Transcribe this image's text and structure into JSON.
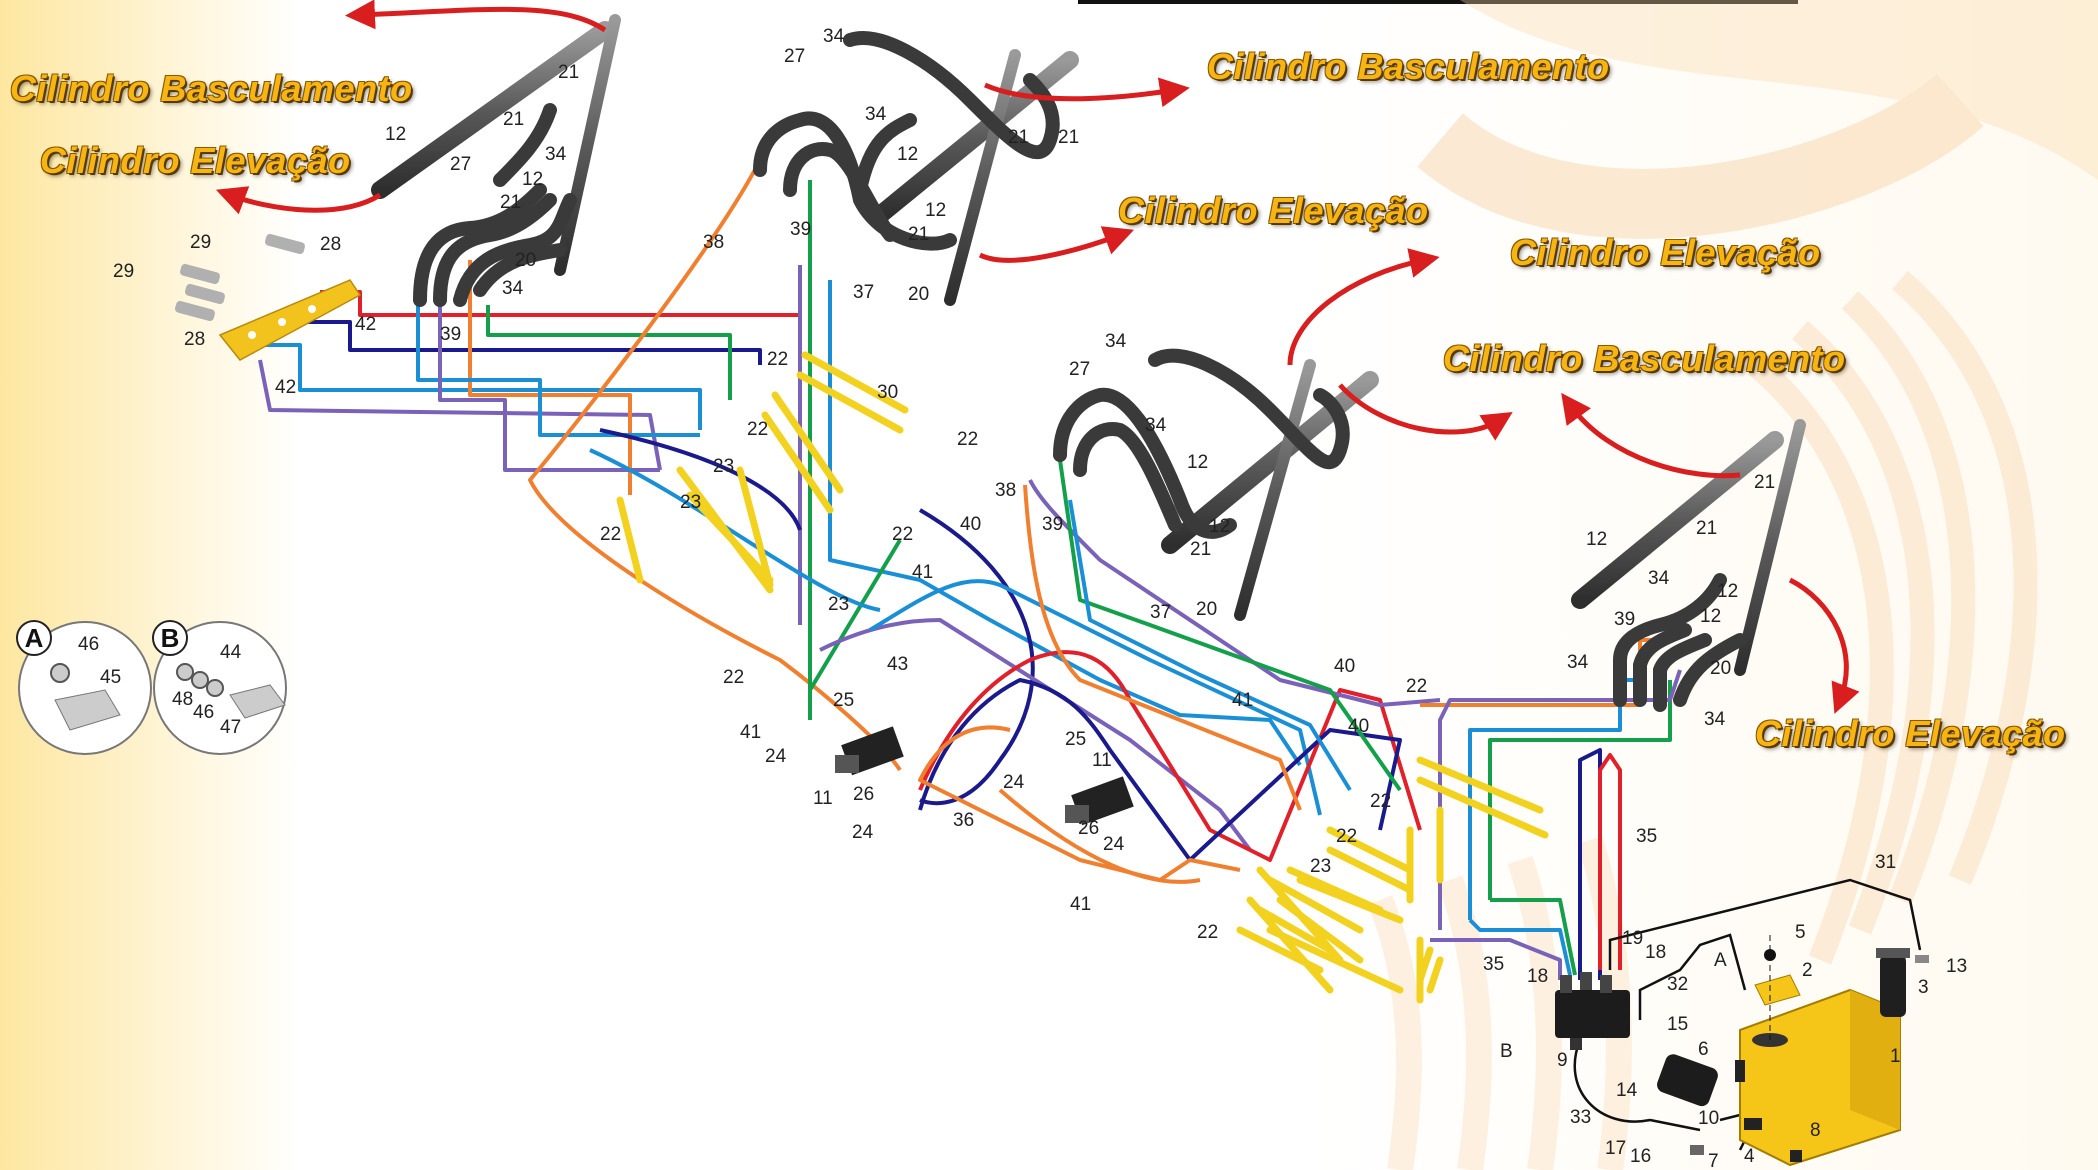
{
  "callouts": {
    "c1": "Cilindro Basculamento",
    "c2": "Cilindro Elevação",
    "c3": "Cilindro Basculamento",
    "c4": "Cilindro Elevação",
    "c5": "Cilindro Elevação",
    "c6": "Cilindro Basculamento",
    "c7": "Cilindro Elevação"
  },
  "insets": {
    "a": "A",
    "b": "B"
  },
  "arrow_letters": {
    "a": "A",
    "b": "B"
  },
  "colors": {
    "hose_red": "#e0202a",
    "hose_blue_dark": "#1a1a8c",
    "hose_blue_light": "#1a8fd6",
    "hose_green": "#14a04a",
    "hose_purple": "#7a62b8",
    "hose_orange": "#f08030",
    "tube_yellow": "#f2d21e",
    "callout_text": "#f7b514",
    "arrow_red": "#d81e1e",
    "cylinder_gray": "#6a6a6a",
    "hose_black": "#3a3a3a"
  },
  "parts": {
    "p_12a": "12",
    "p_21a": "21",
    "p_21b": "21",
    "p_34a": "34",
    "p_27a": "27",
    "p_21c": "21",
    "p_12b": "12",
    "p_29a": "29",
    "p_28a": "28",
    "p_29b": "29",
    "p_28b": "28",
    "p_20a": "20",
    "p_34b": "34",
    "p_39a": "39",
    "p_42a": "42",
    "p_42b": "42",
    "p_34c": "34",
    "p_27b": "27",
    "p_34d": "34",
    "p_12c": "12",
    "p_21d": "21",
    "p_21e": "21",
    "p_12d": "12",
    "p_21f": "21",
    "p_20b": "20",
    "p_38a": "38",
    "p_39b": "39",
    "p_37a": "37",
    "p_22a": "22",
    "p_22b": "22",
    "p_30": "30",
    "p_23a": "23",
    "p_23b": "23",
    "p_22c": "22",
    "p_22d": "22",
    "p_40a": "40",
    "p_22e": "22",
    "p_41a": "41",
    "p_23c": "23",
    "p_43": "43",
    "p_22f": "22",
    "p_41b": "41",
    "p_24a": "24",
    "p_25a": "25",
    "p_11a": "11",
    "p_26a": "26",
    "p_24b": "24",
    "p_36": "36",
    "p_34e": "34",
    "p_27c": "27",
    "p_34f": "34",
    "p_38b": "38",
    "p_39c": "39",
    "p_12e": "12",
    "p_12f": "12",
    "p_21g": "21",
    "p_20c": "20",
    "p_37b": "37",
    "p_24c": "24",
    "p_25b": "25",
    "p_11b": "11",
    "p_26b": "26",
    "p_24d": "24",
    "p_41c": "41",
    "p_40b": "40",
    "p_40c": "40",
    "p_41d": "41",
    "p_22g": "22",
    "p_22h": "22",
    "p_22i": "22",
    "p_23d": "23",
    "p_22j": "22",
    "p_21h": "21",
    "p_12g": "12",
    "p_21i": "21",
    "p_34g": "34",
    "p_12h": "12",
    "p_39d": "39",
    "p_12i": "12",
    "p_20d": "20",
    "p_34h": "34",
    "p_34i": "34",
    "p_35a": "35",
    "p_35b": "35",
    "p_31": "31",
    "p_5": "5",
    "p_2": "2",
    "p_13": "13",
    "p_3": "3",
    "p_32": "32",
    "p_19": "19",
    "p_18a": "18",
    "p_18b": "18",
    "p_15": "15",
    "p_9": "9",
    "p_6": "6",
    "p_1": "1",
    "p_14": "14",
    "p_10": "10",
    "p_33": "33",
    "p_17": "17",
    "p_16": "16",
    "p_7": "7",
    "p_4": "4",
    "p_8": "8",
    "i_46a": "46",
    "i_45": "45",
    "i_44": "44",
    "i_48": "48",
    "i_46b": "46",
    "i_47": "47"
  }
}
